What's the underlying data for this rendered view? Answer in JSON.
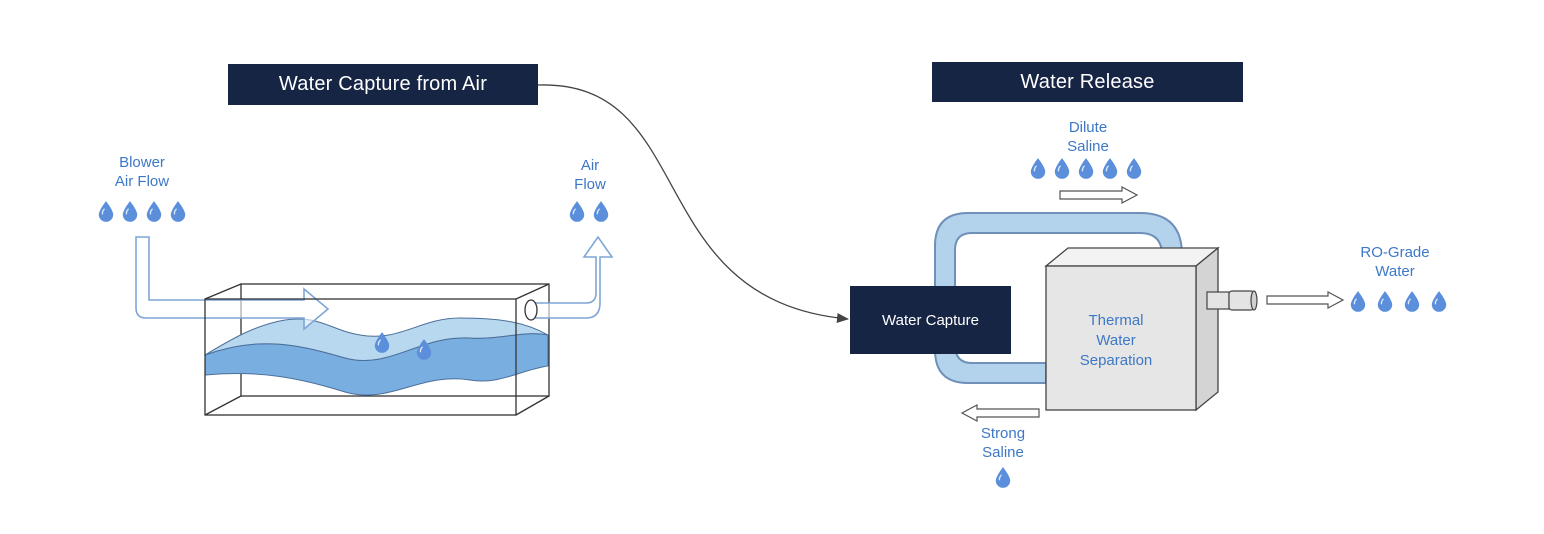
{
  "colors": {
    "navy": "#172545",
    "label_blue": "#3d78c6",
    "drop_blue": "#5b8fdb",
    "pipe_fill": "#b3d3ec",
    "pipe_stroke": "#6f90b8",
    "water_light": "#b8d8f0",
    "water_dark": "#79aee0",
    "box_fill": "#e6e6e6"
  },
  "icons": [
    "water-drop-icon",
    "arrow-right-icon",
    "arrow-left-icon",
    "arrow-up-icon"
  ],
  "capture": {
    "title": "Water Capture from Air",
    "blower_label": [
      "Blower",
      "Air Flow"
    ],
    "blower_drops": 4,
    "outlet_label": [
      "Air",
      "Flow"
    ],
    "outlet_drops": 2,
    "tank_drops": 2
  },
  "release": {
    "title": "Water Release",
    "dilute_label": [
      "Dilute",
      "Saline"
    ],
    "dilute_drops": 5,
    "water_capture_label": "Water Capture",
    "thermal_label": [
      "Thermal",
      "Water",
      "Separation"
    ],
    "ro_label": [
      "RO-Grade",
      "Water"
    ],
    "ro_drops": 4,
    "strong_label": [
      "Strong",
      "Saline"
    ],
    "strong_drops": 1
  }
}
